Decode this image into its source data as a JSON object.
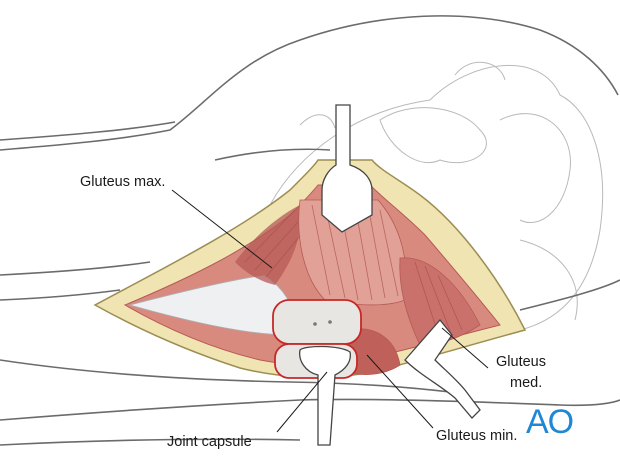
{
  "labels": {
    "gluteus_max": "Gluteus max.",
    "gluteus_med_line1": "Gluteus",
    "gluteus_med_line2": "med.",
    "gluteus_min": "Gluteus min.",
    "joint_capsule": "Joint capsule"
  },
  "logo": "AO",
  "colors": {
    "muscle": "#d98a7f",
    "muscle_dark": "#b65a55",
    "fat": "#f0e4b2",
    "fat_edge": "#9c8e52",
    "bone": "#e8e6e2",
    "capsule": "#c62828",
    "logo_blue": "#1e88d6",
    "retractor": "#ffffff"
  }
}
